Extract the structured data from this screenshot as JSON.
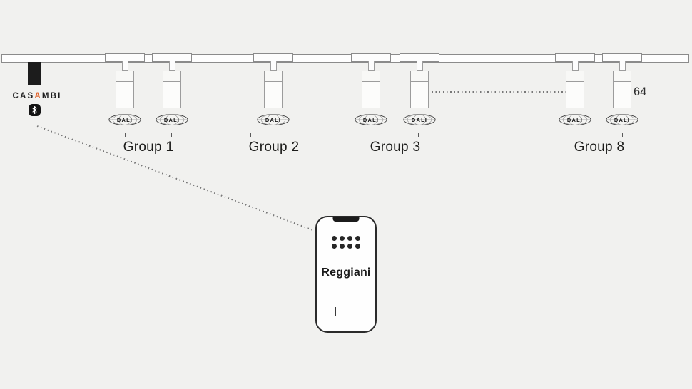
{
  "background_color": "#f1f1ef",
  "accent_color": "#e0652f",
  "casambi": {
    "name": "CASAMBI",
    "prefix": "CAS",
    "accent": "A",
    "suffix": "MBI",
    "icon": "bluetooth-icon"
  },
  "dali_badge": {
    "label": "DALI",
    "icon": "dali-globe-icon"
  },
  "groups": [
    {
      "label": "Group 1",
      "fixtures": 2
    },
    {
      "label": "Group 2",
      "fixtures": 1
    },
    {
      "label": "Group 3",
      "fixtures": 2
    },
    {
      "label": "Group 8",
      "fixtures": 2
    }
  ],
  "device_limit_label": "64",
  "phone": {
    "brand": "Reggiani",
    "icons": [
      "app-dots-grid-icon",
      "brightness-slider-icon"
    ]
  },
  "connections": [
    {
      "from": "casambi-bluetooth-module",
      "to": "phone-app",
      "style": "dotted"
    },
    {
      "from": "group-3-fixture",
      "to": "group-8-fixture",
      "style": "dotted"
    }
  ]
}
